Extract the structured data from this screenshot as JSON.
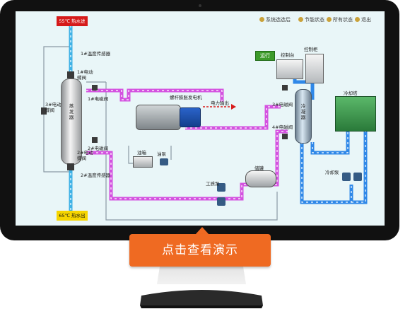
{
  "toolbar": {
    "items": [
      {
        "label": "系统选选后",
        "icon": "circle-icon"
      },
      {
        "label": "节能状态",
        "icon": "circle-icon"
      },
      {
        "label": "所有状态",
        "icon": "circle-icon"
      },
      {
        "label": "退出",
        "icon": "exit-icon"
      }
    ]
  },
  "diagram": {
    "hot_water_in": "55℃  热水进",
    "hot_water_out": "65℃  热水出",
    "temp_sensor_1": "1#温度传感器",
    "temp_sensor_2": "2#温度传感器",
    "valve_1": "1#电动\n蝶阀",
    "valve_2": "2#电动\n蝶阀",
    "valve_3_left": "3#电动\n蝶阀",
    "solenoid_1": "1#电磁阀",
    "solenoid_2": "2#电磁阀",
    "solenoid_3": "3#电磁阀",
    "solenoid_4": "4#电磁阀",
    "evaporator": "蒸\n发\n器",
    "condenser": "冷\n凝\n器",
    "screw_generator": "螺杆膨胀发电机",
    "power_output": "电力输出",
    "oil_tank": "油箱",
    "oil_pump": "油泵",
    "working_pump": "工质泵",
    "reservoir": "储罐",
    "cooling_pump": "冷却泵",
    "cooling_tower": "冷却塔",
    "control_desk": "控制台",
    "control_cabinet": "控制柜",
    "run_button": "运行"
  },
  "cta": {
    "label": "点击查看演示"
  },
  "colors": {
    "hot_water": "#3fb2e6",
    "working_fluid": "#d452e0",
    "cooling_water": "#2f88e8",
    "cta": "#ef6a22"
  }
}
